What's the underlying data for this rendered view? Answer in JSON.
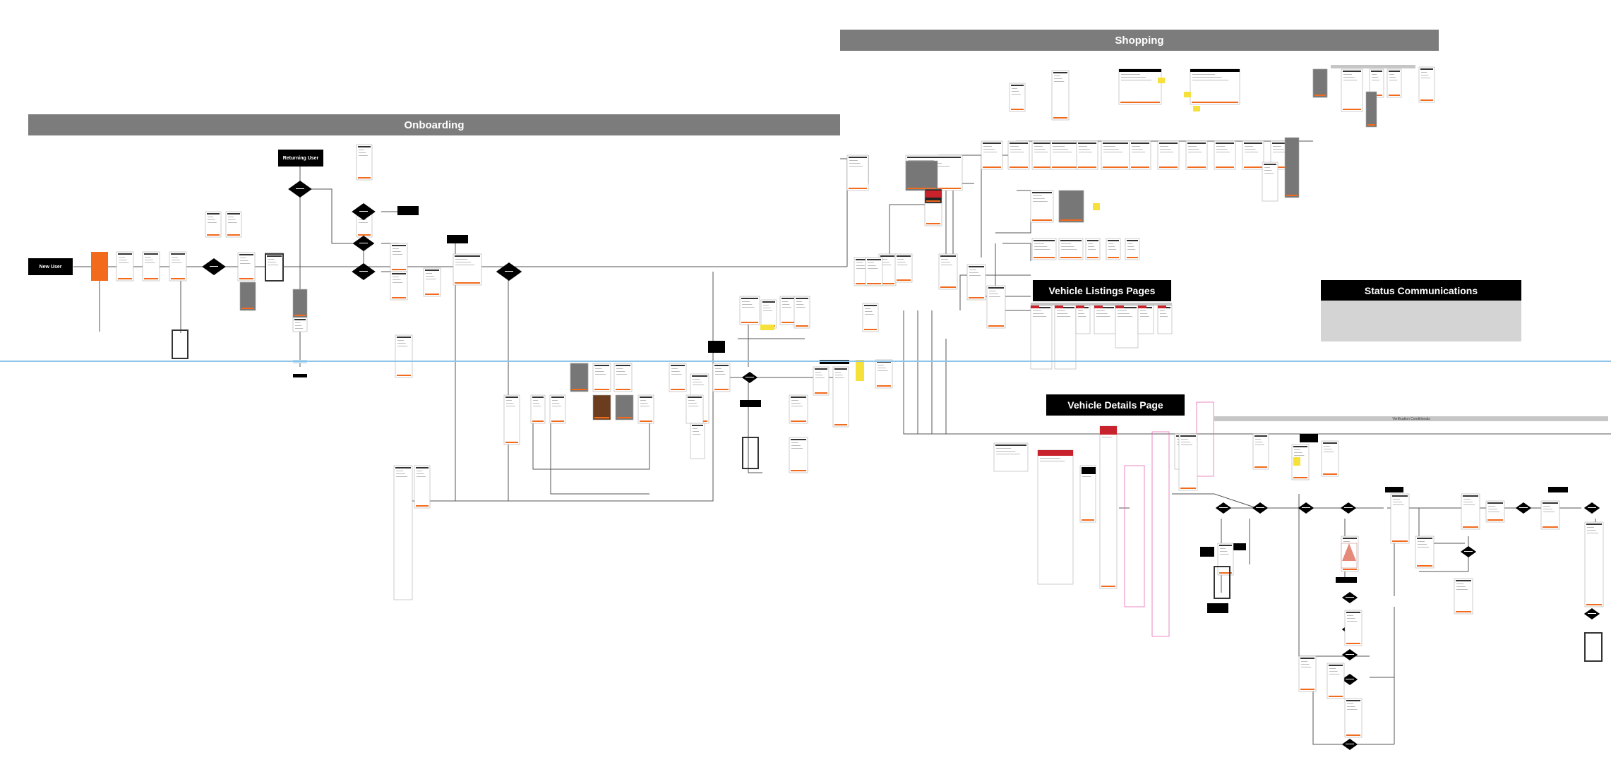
{
  "colors": {
    "banner": "#7c7c7c",
    "title_bg": "#000000",
    "accent_orange": "#f26a1b",
    "accent_red": "#c8232c",
    "guide_blue": "#8ec3ea",
    "pink_outline": "#e86ab5"
  },
  "sections": {
    "onboarding": "Onboarding",
    "shopping": "Shopping"
  },
  "titles": {
    "listings": "Vehicle Listings Pages",
    "details": "Vehicle Details Page",
    "status": "Status Communications"
  },
  "nodes": {
    "new_user": "New User",
    "returning_user": "Returning User"
  },
  "bars": {
    "verification": "Verification Conditionals"
  },
  "icons": {
    "screen": "phone-screen-thumbnail",
    "decision": "decision-diamond"
  }
}
